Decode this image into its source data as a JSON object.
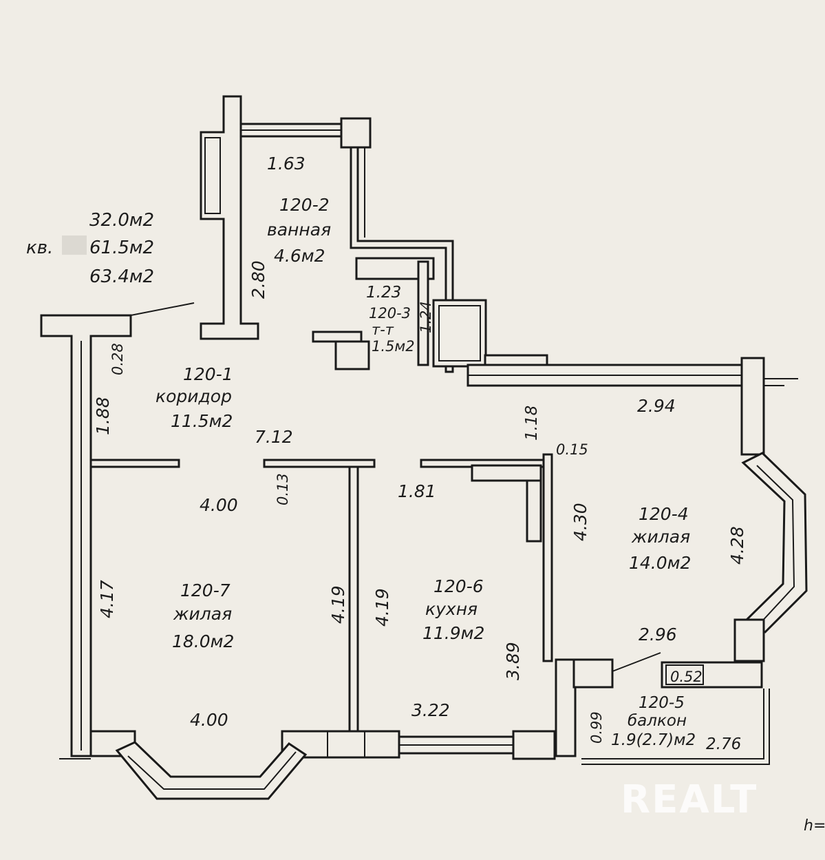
{
  "apartment": {
    "prefix": "кв.",
    "areas": [
      "32.0м2",
      "61.5м2",
      "63.4м2"
    ]
  },
  "rooms": [
    {
      "id": "120-2",
      "name": "ванная",
      "area": "4.6м2"
    },
    {
      "id": "120-3",
      "name": "т-т",
      "area": "1.5м2"
    },
    {
      "id": "120-1",
      "name": "коридор",
      "area": "11.5м2"
    },
    {
      "id": "120-4",
      "name": "жилая",
      "area": "14.0м2"
    },
    {
      "id": "120-7",
      "name": "жилая",
      "area": "18.0м2"
    },
    {
      "id": "120-6",
      "name": "кухня",
      "area": "11.9м2"
    },
    {
      "id": "120-5",
      "name": "балкон",
      "area": "1.9(2.7)м2"
    }
  ],
  "dimensions": [
    "1.63",
    "2.80",
    "1.23",
    "1.24",
    "0.28",
    "1.88",
    "7.12",
    "0.13",
    "1.18",
    "2.94",
    "0.15",
    "4.00",
    "1.81",
    "4.30",
    "4.28",
    "4.17",
    "4.19",
    "4.19",
    "3.89",
    "2.96",
    "0.52",
    "3.22",
    "0.99",
    "2.76",
    "4.00"
  ],
  "watermark": "REALT",
  "corner_text": "h="
}
